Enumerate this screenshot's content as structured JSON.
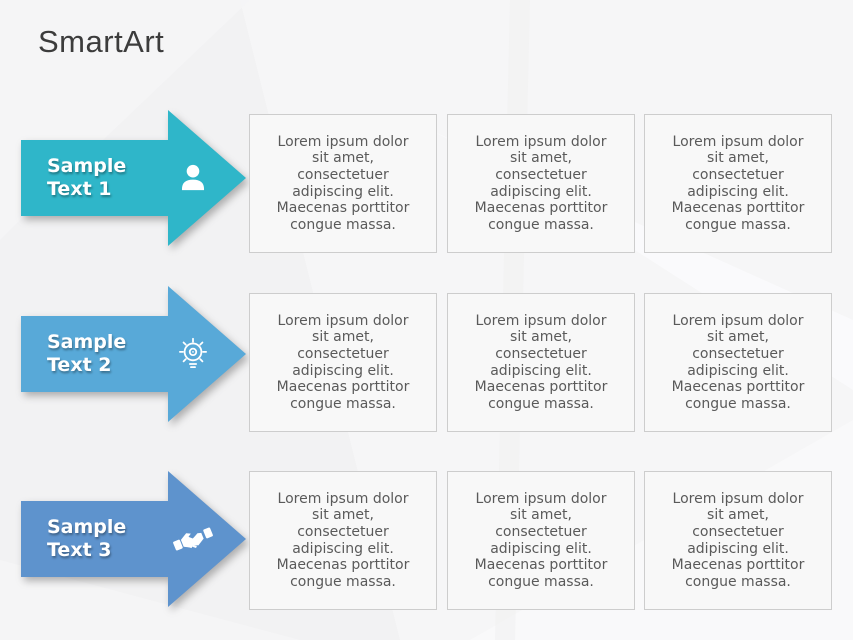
{
  "title": "SmartArt",
  "colors": {
    "arrow1": "#2fb6c9",
    "arrow2": "#58a9d8",
    "arrow3": "#5e93cd",
    "card_border": "#cdcdcd",
    "card_background": "#f8f8f8",
    "card_text": "#5a5a5a",
    "title_text": "#3c3c3c"
  },
  "rows": [
    {
      "label": "Sample Text 1",
      "icon": "user-icon",
      "color": "#2fb6c9",
      "cards": [
        {
          "text": "Lorem ipsum dolor sit amet, consectetuer adipiscing elit. Maecenas porttitor congue massa."
        },
        {
          "text": "Lorem ipsum dolor sit amet, consectetuer adipiscing elit. Maecenas porttitor congue massa."
        },
        {
          "text": "Lorem ipsum dolor sit amet, consectetuer adipiscing elit. Maecenas porttitor congue massa."
        }
      ]
    },
    {
      "label": "Sample Text 2",
      "icon": "idea-lightbulb-icon",
      "color": "#58a9d8",
      "cards": [
        {
          "text": "Lorem ipsum dolor sit amet, consectetuer adipiscing elit. Maecenas porttitor congue massa."
        },
        {
          "text": "Lorem ipsum dolor sit amet, consectetuer adipiscing elit. Maecenas porttitor congue massa."
        },
        {
          "text": "Lorem ipsum dolor sit amet, consectetuer adipiscing elit. Maecenas porttitor congue massa."
        }
      ]
    },
    {
      "label": "Sample Text 3",
      "icon": "handshake-icon",
      "color": "#5e93cd",
      "cards": [
        {
          "text": "Lorem ipsum dolor sit amet, consectetuer adipiscing elit. Maecenas porttitor congue massa."
        },
        {
          "text": "Lorem ipsum dolor sit amet, consectetuer adipiscing elit. Maecenas porttitor congue massa."
        },
        {
          "text": "Lorem ipsum dolor sit amet, consectetuer adipiscing elit. Maecenas porttitor congue massa."
        }
      ]
    }
  ]
}
